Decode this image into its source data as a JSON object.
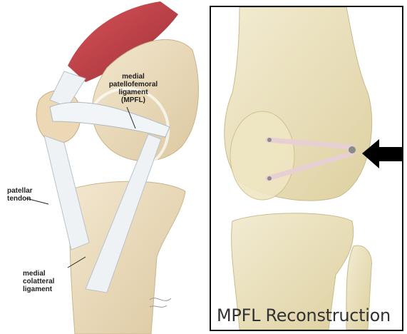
{
  "left_figure": {
    "labels": {
      "mpfl_line1": "medial",
      "mpfl_line2": "patellofemoral",
      "mpfl_line3": "ligament",
      "mpfl_line4": "(MPFL)",
      "patellar_line1": "patellar",
      "patellar_line2": "tendon",
      "mcl_line1": "medial",
      "mcl_line2": "colatteral",
      "mcl_line3": "ligament"
    }
  },
  "right_figure": {
    "caption": "MPFL Reconstruction",
    "arrow_icon": "left-arrow-icon"
  },
  "colors": {
    "bone": "#efe6c3",
    "bone_shadow": "#d9c98f",
    "muscle": "#c0434a",
    "ligament": "#e9eef2",
    "graft": "#e7cfd3",
    "arrow": "#000000"
  }
}
